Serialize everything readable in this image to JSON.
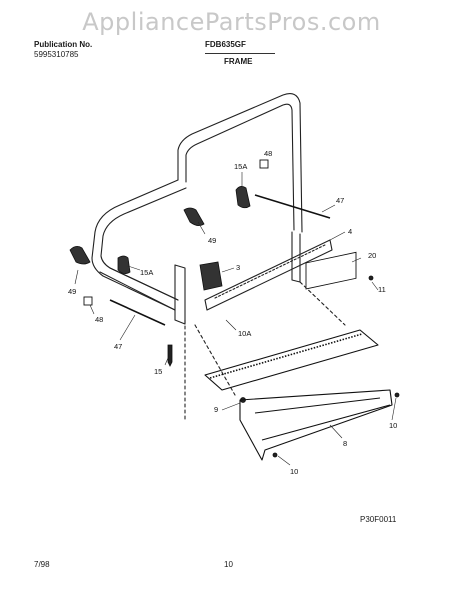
{
  "watermark": "AppliancePartsPros.com",
  "header": {
    "publication_label": "Publication No.",
    "publication_number": "5995310785",
    "model": "FDB635GF",
    "section": "FRAME"
  },
  "callouts": {
    "c15a_top": "15A",
    "c48_top": "48",
    "c47_top": "47",
    "c49_mid": "49",
    "c4": "4",
    "c20": "20",
    "c3": "3",
    "c15a_left": "15A",
    "c11": "11",
    "c49_left": "49",
    "c48_left": "48",
    "c10a": "10A",
    "c47_left": "47",
    "c15": "15",
    "c9": "9",
    "c10_right": "10",
    "c8": "8",
    "c10_bottom": "10"
  },
  "figure_code": "P30F0011",
  "footer": {
    "date": "7/98",
    "page": "10"
  }
}
